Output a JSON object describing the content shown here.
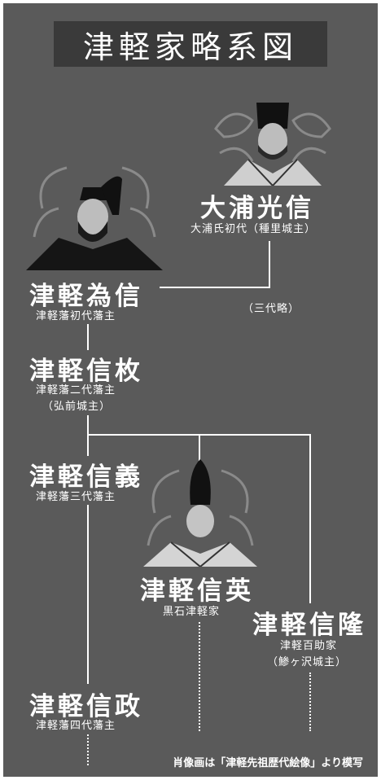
{
  "title": "津軽家略系図",
  "people": {
    "oura": {
      "name": "大浦光信",
      "sub": "大浦氏初代（種里城主）"
    },
    "tamenobu": {
      "name": "津軽為信",
      "sub": "津軽藩初代藩主"
    },
    "nobuhira": {
      "name": "津軽信枚",
      "sub1": "津軽藩二代藩主",
      "sub2": "（弘前城主）"
    },
    "nobuyoshi": {
      "name": "津軽信義",
      "sub": "津軽藩三代藩主"
    },
    "nobuhide": {
      "name": "津軽信英",
      "sub": "黒石津軽家"
    },
    "nobutaka": {
      "name": "津軽信隆",
      "sub1": "津軽百助家",
      "sub2": "（鯵ヶ沢城主）"
    },
    "nobumasa": {
      "name": "津軽信政",
      "sub": "津軽藩四代藩主"
    }
  },
  "omission": "（三代略）",
  "credit": "肖像画は「津軽先祖歴代絵像」より模写",
  "colors": {
    "background": "#5a5a5a",
    "title_bg": "#3a3a3a",
    "text": "#ffffff"
  },
  "icons": [
    "portrait-oura-icon",
    "portrait-tamenobu-icon",
    "portrait-nobuhide-icon"
  ]
}
